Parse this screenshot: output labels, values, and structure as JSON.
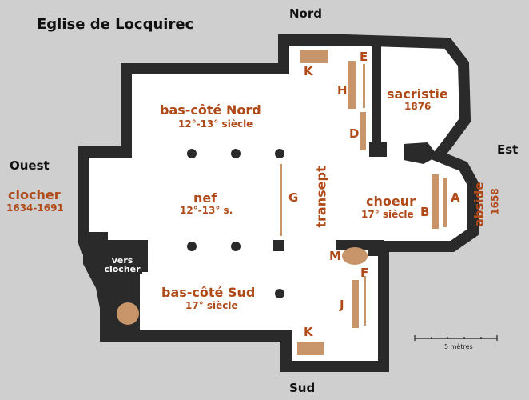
{
  "title": "Eglise de Locquirec",
  "directions": {
    "north": "Nord",
    "south": "Sud",
    "east": "Est",
    "west": "Ouest"
  },
  "areas": {
    "clocher": {
      "name": "clocher",
      "date": "1634-1691"
    },
    "vers_clocher": "vers clocher",
    "bas_cote_nord": {
      "name": "bas-côté Nord",
      "date": "12°-13° siècle"
    },
    "nef": {
      "name": "nef",
      "date": "12°-13° s."
    },
    "bas_cote_sud": {
      "name": "bas-côté Sud",
      "date": "17° siècle"
    },
    "transept": "transept",
    "sacristie": {
      "name": "sacristie",
      "date": "1876"
    },
    "choeur": {
      "name": "choeur",
      "date": "17° siècle"
    },
    "abside": {
      "name": "abside",
      "date": "1658"
    }
  },
  "markers": {
    "A": "A",
    "B": "B",
    "D": "D",
    "E": "E",
    "F": "F",
    "G": "G",
    "H": "H",
    "J": "J",
    "K_north": "K",
    "K_south": "K",
    "M": "M"
  },
  "scale": "5 mètres",
  "colors": {
    "background": "#cfcfcf",
    "wall": "#2a2a2a",
    "feature": "#c8956a",
    "label": "#b04a18"
  }
}
